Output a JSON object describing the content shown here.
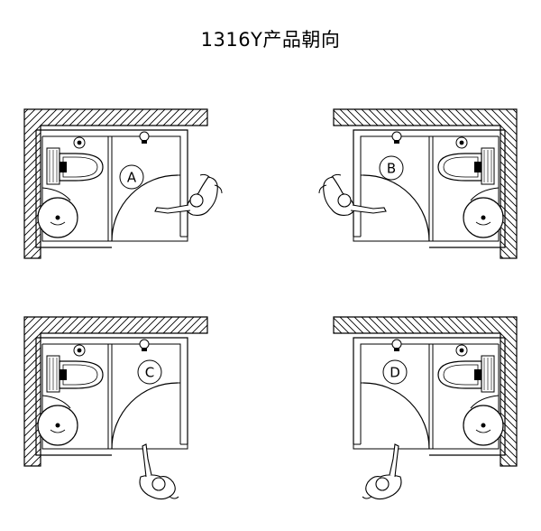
{
  "title": "1316Y产品朝向",
  "layouts": [
    {
      "label": "A"
    },
    {
      "label": "B"
    },
    {
      "label": "C"
    },
    {
      "label": "D"
    }
  ]
}
